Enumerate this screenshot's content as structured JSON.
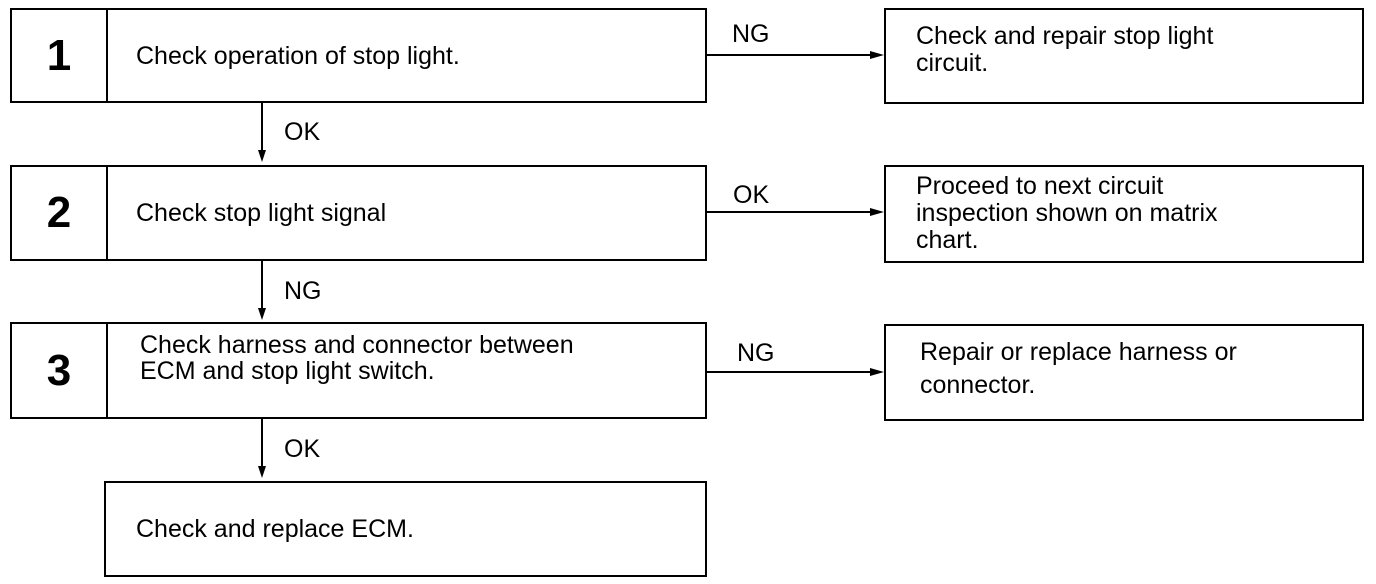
{
  "steps": [
    {
      "number": "1",
      "text": "Check operation of stop light."
    },
    {
      "number": "2",
      "text": "Check stop light signal"
    },
    {
      "number": "3",
      "text": "Check harness and connector between\nECM and stop light switch."
    }
  ],
  "final_step": {
    "text": "Check and replace ECM."
  },
  "outcomes": [
    {
      "text": "Check and repair stop light\ncircuit."
    },
    {
      "text": "Proceed to next circuit\ninspection shown on matrix\nchart."
    },
    {
      "text": "Repair or replace harness or\nconnector."
    }
  ],
  "side_labels": [
    "NG",
    "OK",
    "NG"
  ],
  "down_labels": [
    "OK",
    "NG",
    "OK"
  ]
}
